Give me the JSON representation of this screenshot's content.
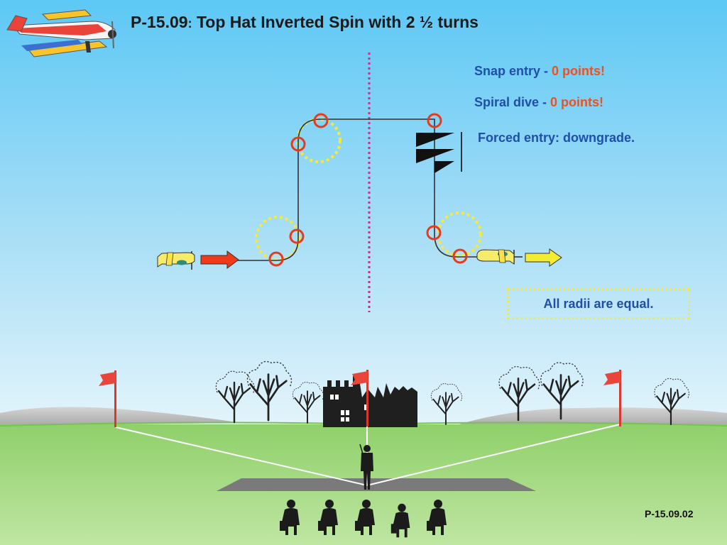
{
  "title": {
    "code": "P-15.09",
    "separator": ":",
    "text": " Top Hat Inverted Spin with 2 ½ turns"
  },
  "notes": {
    "snap_entry": "Snap entry - ",
    "spiral_dive": "Spiral dive - ",
    "zero_points": "0 points!",
    "forced_entry": "Forced entry: downgrade."
  },
  "radii_note": "All radii are equal.",
  "slide_id": "P-15.09.02",
  "colors": {
    "sky_top": "#5dc8f5",
    "sky_bottom": "#dff2fb",
    "grass": "#9fd87c",
    "flight_path": "#333333",
    "judging_circle": "#e63a1e",
    "radius_circle": "#f5e93c",
    "center_line": "#d02b8c",
    "entry_arrow": "#ee3a1a",
    "exit_arrow": "#f4ec30",
    "note_blue": "#1f4fa8",
    "zero_points": "#f0501e",
    "flag": "#e8463a",
    "runway": "#7a7a7a"
  },
  "icons": {
    "logo": "aerobatic-plane-logo",
    "entry_plane": "model-plane-icon",
    "exit_plane": "model-plane-icon",
    "spin_symbol": "spin-triangles-icon",
    "pilot": "pilot-silhouette",
    "judges": "judge-silhouettes",
    "flags": "marker-flag-icon",
    "castle": "castle-ruin-silhouette",
    "trees": "tree-silhouette"
  }
}
